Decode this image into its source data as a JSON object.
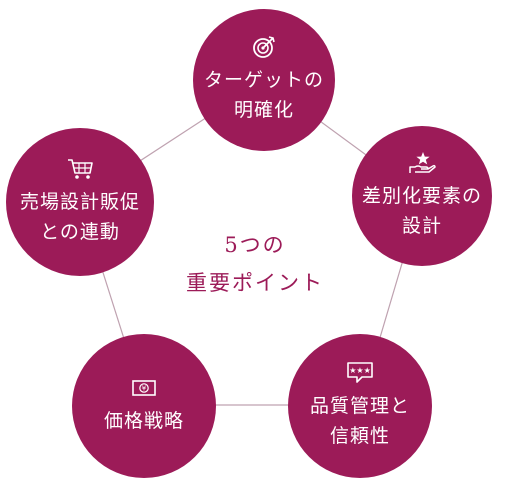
{
  "center": {
    "title": "5つの\n重要ポイント"
  },
  "points": [
    {
      "label": "ターゲットの\n明確化",
      "icon": "target-icon"
    },
    {
      "label": "差別化要素の\n設計",
      "icon": "hand-star-icon"
    },
    {
      "label": "品質管理と\n信頼性",
      "icon": "rating-bubble-icon"
    },
    {
      "label": "価格戦略",
      "icon": "yen-banknote-icon"
    },
    {
      "label": "売場設計販促\nとの連動",
      "icon": "shopping-cart-icon"
    }
  ],
  "colors": {
    "accent": "#9c1b58",
    "connector": "#bfa2b0",
    "text_on_accent": "#ffffff"
  }
}
